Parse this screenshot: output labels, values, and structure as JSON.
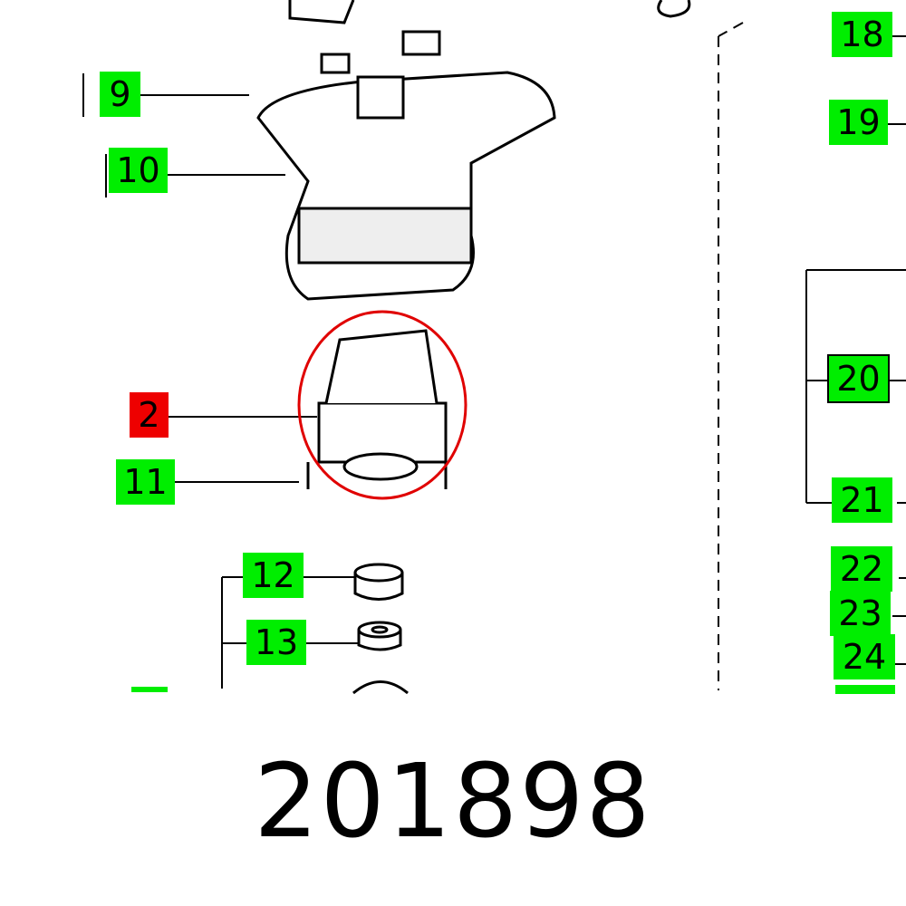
{
  "callouts": [
    {
      "id": "9",
      "color": "#00ee00"
    },
    {
      "id": "10",
      "color": "#00ee00"
    },
    {
      "id": "2",
      "color": "#ee0000"
    },
    {
      "id": "11",
      "color": "#00ee00"
    },
    {
      "id": "12",
      "color": "#00ee00"
    },
    {
      "id": "13",
      "color": "#00ee00"
    },
    {
      "id": "18",
      "color": "#00ee00"
    },
    {
      "id": "19",
      "color": "#00ee00"
    },
    {
      "id": "20",
      "color": "#00ee00"
    },
    {
      "id": "21",
      "color": "#00ee00"
    },
    {
      "id": "22",
      "color": "#00ee00"
    },
    {
      "id": "23",
      "color": "#00ee00"
    },
    {
      "id": "24",
      "color": "#00ee00"
    }
  ],
  "highlight_color": "#e00000",
  "part_number": "201898"
}
